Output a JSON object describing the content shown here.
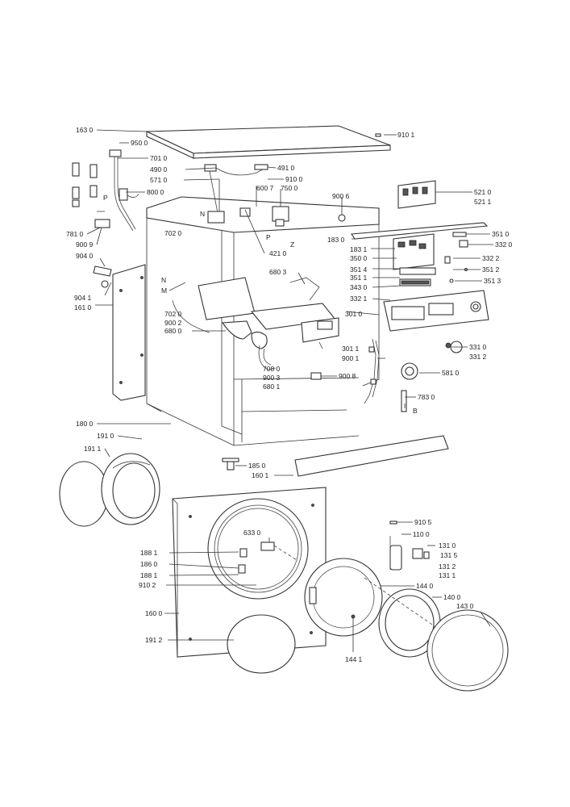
{
  "labels": {
    "l1630": "163 0",
    "l9101": "910 1",
    "l9500": "950 0",
    "l7010": "701 0",
    "l4900": "490 0",
    "l4910": "491 0",
    "l5710": "571 0",
    "l9100": "910 0",
    "l8000": "800 0",
    "l6007": "600 7",
    "l7500": "750 0",
    "l9006": "900 6",
    "l5210": "521 0",
    "l5211": "521 1",
    "lP1": "P",
    "lN1": "N",
    "lZ": "Z",
    "lP2": "P",
    "l7810": "781 0",
    "l9009": "900 9",
    "l4210": "421 0",
    "l1830": "183 0",
    "l3510": "351 0",
    "l3320": "332 0",
    "l9040": "904 0",
    "l7020a": "702 0",
    "l1831": "183 1",
    "l3500": "350 0",
    "l3322": "332 2",
    "l3514": "351 4",
    "l3512": "351 2",
    "l6803": "680 3",
    "l3511": "351 1",
    "l3513": "351 3",
    "lN2": "N",
    "lM": "M",
    "l3430": "343 0",
    "l9041": "904 1",
    "l1610": "161 0",
    "l3321": "332 1",
    "l7020b": "702 0",
    "l9002": "900 2",
    "l3010": "301 0",
    "l6800": "680 0",
    "l3310": "331 0",
    "l3312": "331 2",
    "l3011": "301 1",
    "l9001": "900 1",
    "l7080": "708 0",
    "l5810": "581 0",
    "l9003": "900 3",
    "l9008": "900 8",
    "l6801": "680 1",
    "l7830": "783 0",
    "lB": "B",
    "l1800": "180 0",
    "l1910": "191 0",
    "l1911": "191 1",
    "l1850": "185 0",
    "l1601": "160 1",
    "l9105": "910 5",
    "l6330": "633 0",
    "l1100": "110 0",
    "l1310": "131 0",
    "l1881a": "188 1",
    "l1315": "131 5",
    "l1860": "186 0",
    "l1312": "131 2",
    "l1881b": "188 1",
    "l1311": "131 1",
    "l9102": "910 2",
    "l1440": "144 0",
    "l1400": "140 0",
    "l1600": "160 0",
    "l1430": "143 0",
    "l1912": "191 2",
    "l1441": "144 1"
  }
}
